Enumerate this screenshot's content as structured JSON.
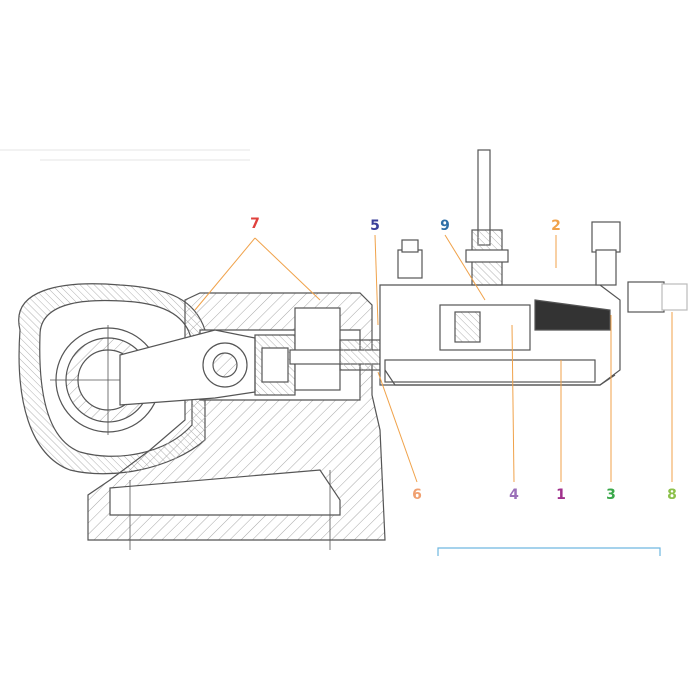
{
  "callouts": [
    {
      "id": "7",
      "label": "7",
      "color": "#e0413d"
    },
    {
      "id": "5",
      "label": "5",
      "color": "#3a3f9a"
    },
    {
      "id": "9",
      "label": "9",
      "color": "#2e6fa7"
    },
    {
      "id": "2",
      "label": "2",
      "color": "#f0a24a"
    },
    {
      "id": "6",
      "label": "6",
      "color": "#f0a070"
    },
    {
      "id": "4",
      "label": "4",
      "color": "#9a6fb8"
    },
    {
      "id": "1",
      "label": "1",
      "color": "#a0308c"
    },
    {
      "id": "3",
      "label": "3",
      "color": "#3aa84a"
    },
    {
      "id": "8",
      "label": "8",
      "color": "#8cc04a"
    }
  ],
  "colors": {
    "ink": "#555555",
    "hatch": "#9a9a9a",
    "leader": "#f0a24a",
    "accent_bracket": "#6fb8e0"
  }
}
